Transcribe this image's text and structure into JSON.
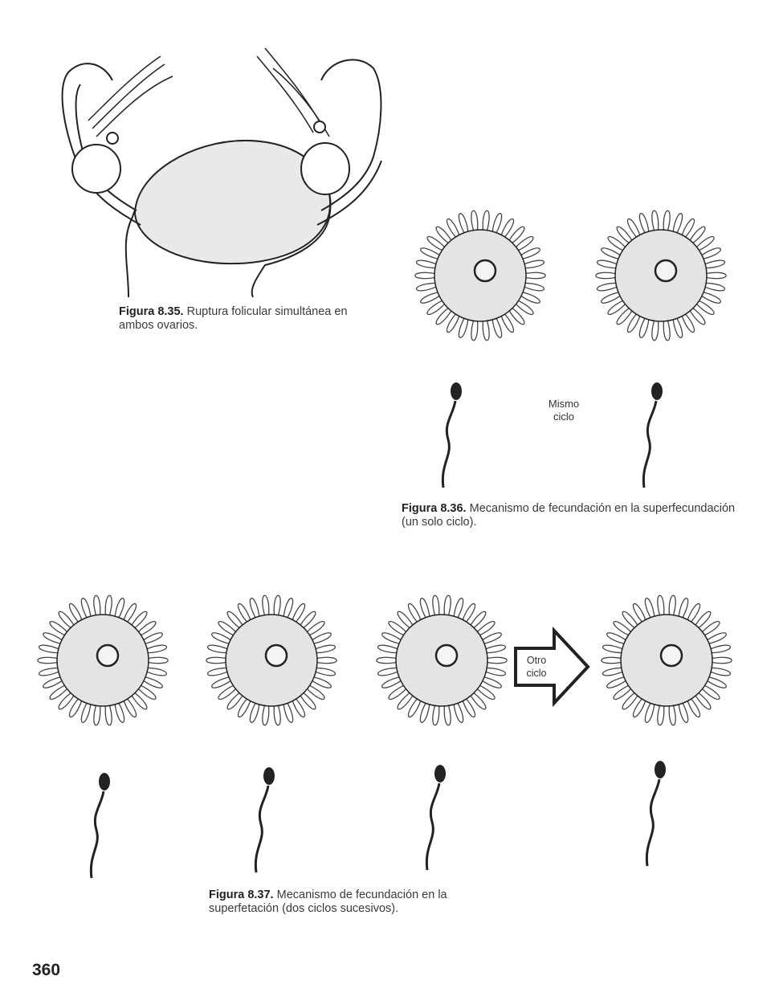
{
  "figures": [
    {
      "label": "Figura 8.35.",
      "caption": "Ruptura folicular simultánea en ambos ovarios."
    },
    {
      "label": "Figura 8.36.",
      "caption": "Mecanismo de fecundación en la superfecundación (un solo ciclo).",
      "annotation": [
        "Mismo",
        "ciclo"
      ]
    },
    {
      "label": "Figura 8.37.",
      "caption": "Mecanismo de fecundación en la superfetación (dos ciclos sucesivos).",
      "arrow_label": [
        "Otro",
        "ciclo"
      ]
    }
  ],
  "page_number": "360",
  "colors": {
    "ink": "#222222",
    "cytoplasm": "#e4e4e4"
  }
}
